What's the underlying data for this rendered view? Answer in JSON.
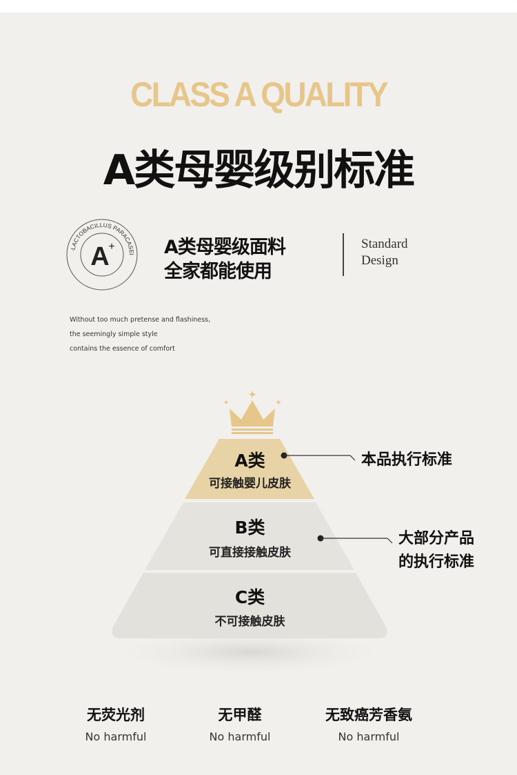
{
  "header": {
    "en_title": "CLASS A QUALITY",
    "cn_title": "A类母婴级别标准"
  },
  "badge": {
    "ring_text": "·LACTOBACILLUS PARACASEI·",
    "grade": "A",
    "plus": "+"
  },
  "intro": {
    "line1": "A类母婴级面料",
    "line2": "全家都能使用",
    "standard_1": "Standard",
    "standard_2": "Design",
    "en_lines": [
      "Without too much pretense and flashiness,",
      "the seemingly simple style",
      "contains the essence of comfort"
    ]
  },
  "pyramid": {
    "tiers": [
      {
        "title": "A类",
        "subtitle": "可接触婴儿皮肤",
        "color": "#e8d3a6"
      },
      {
        "title": "B类",
        "subtitle": "可直接接触皮肤",
        "color": "#e4e3de"
      },
      {
        "title": "C类",
        "subtitle": "不可接触皮肤",
        "color": "#e2e1dc"
      }
    ],
    "callouts": [
      {
        "line1": "本品执行标准"
      },
      {
        "line1": "大部分产品",
        "line2": "的执行标准"
      }
    ],
    "crown_color": "#e6c68a"
  },
  "features": [
    {
      "title": "无荧光剂",
      "subtitle": "No harmful"
    },
    {
      "title": "无甲醛",
      "subtitle": "No harmful"
    },
    {
      "title": "无致癌芳香氨",
      "subtitle": "No harmful"
    }
  ]
}
